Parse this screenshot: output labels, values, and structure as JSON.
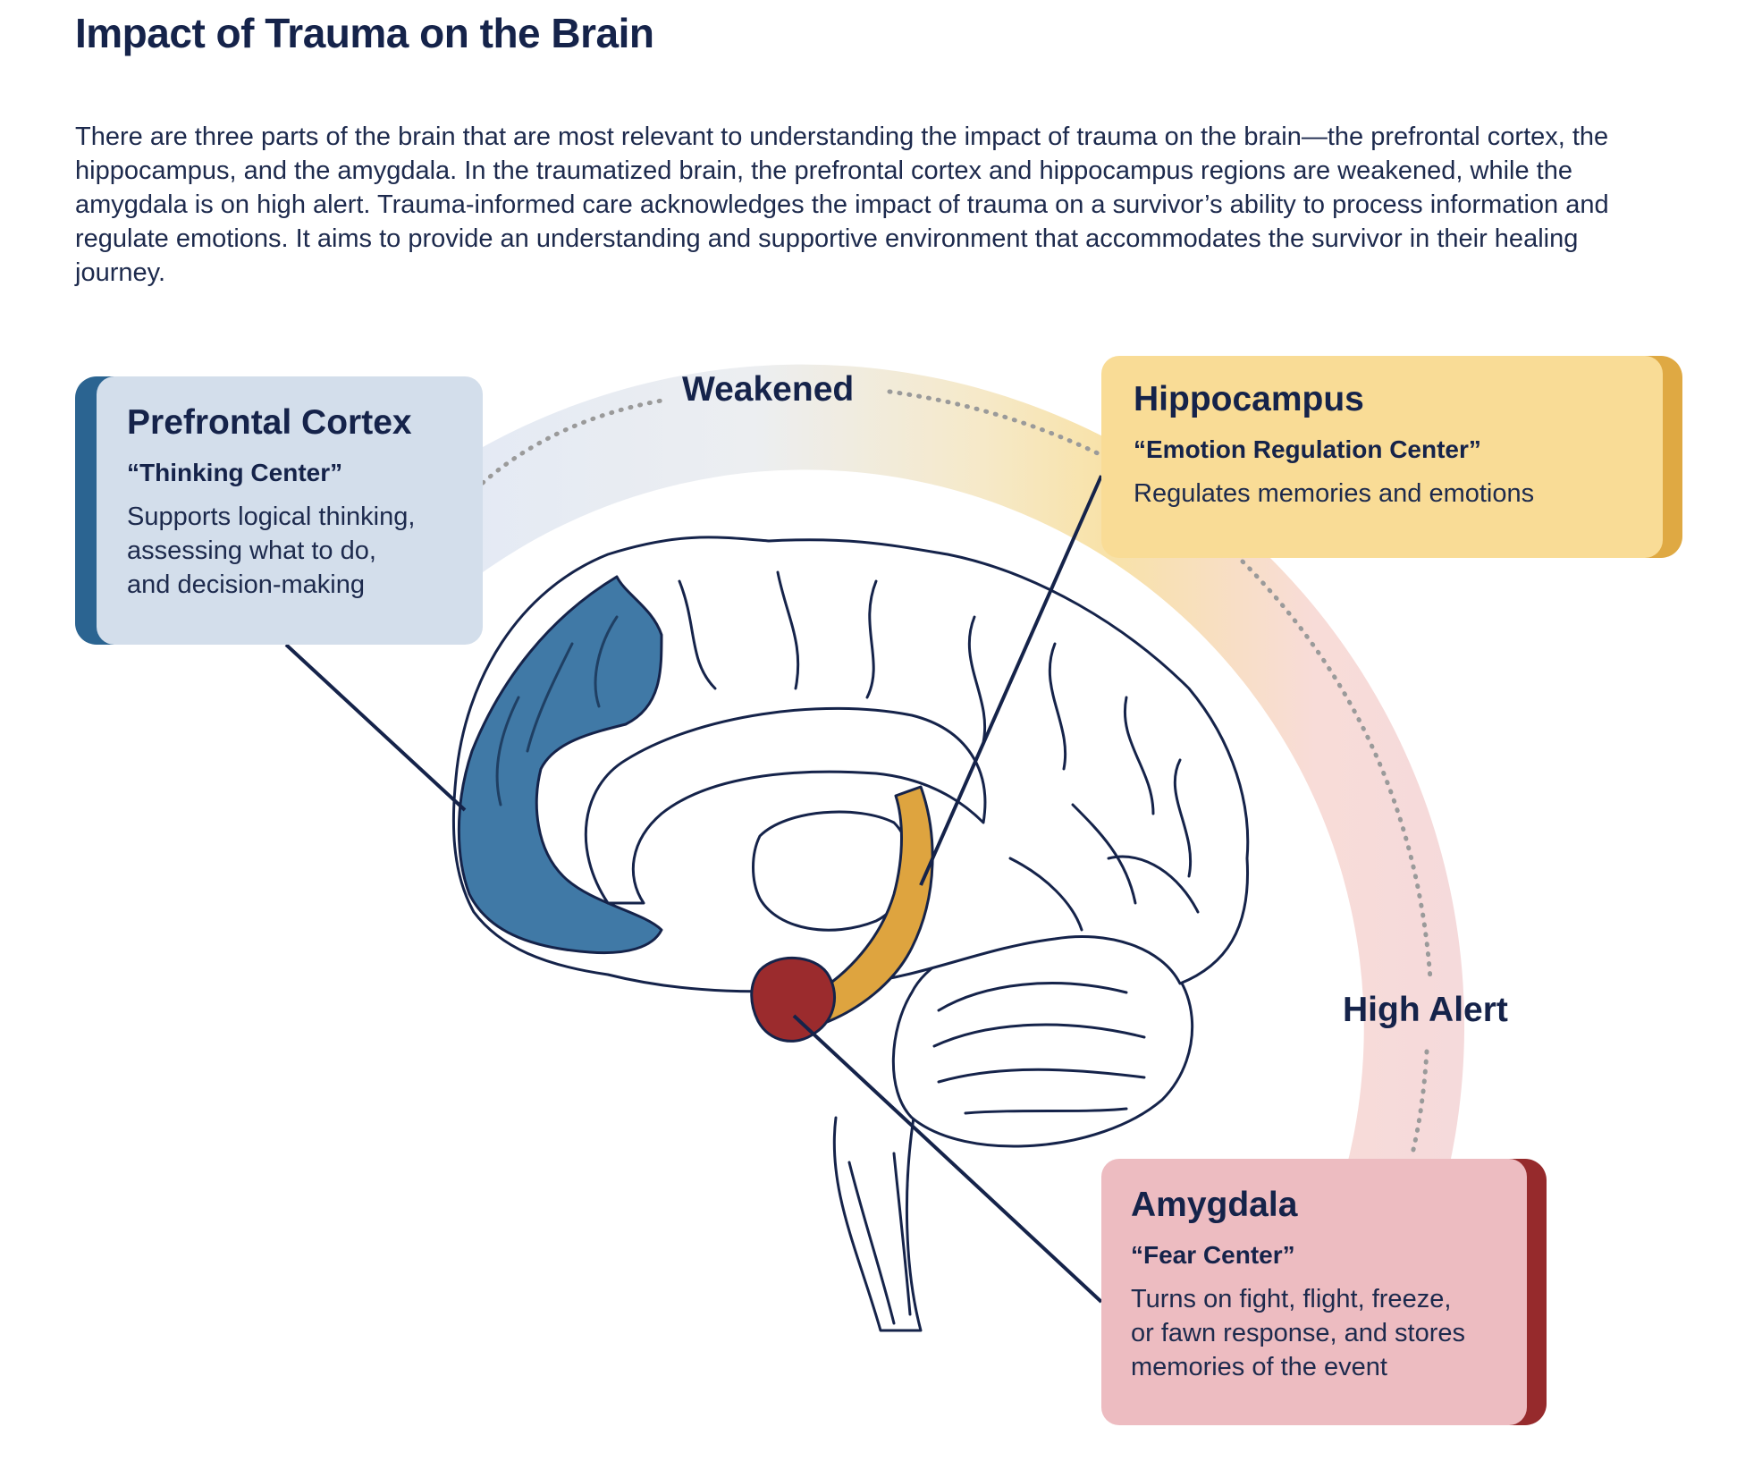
{
  "title": "Impact of Trauma on the Brain",
  "intro": "There are three parts of the brain that are most relevant to understanding the impact of trauma on the brain—the prefrontal cortex, the hippocampus, and the amygdala. In the traumatized brain, the prefrontal cortex and hippocampus regions are weakened, while the amygdala is on high alert. Trauma-informed care acknowledges the impact of trauma on a survivor’s ability to process information and regulate emotions. It aims to provide an understanding and supportive environment that accommodates the survivor in their healing journey.",
  "arcs": {
    "weakened": "Weakened",
    "high_alert": "High Alert"
  },
  "regions": {
    "prefrontal": {
      "name": "Prefrontal Cortex",
      "nickname": "“Thinking Center”",
      "description_lines": [
        "Supports logical thinking,",
        "assessing what to do,",
        "and decision-making"
      ],
      "color": "#4079a6",
      "accent": "#2b6491",
      "card_bg": "#d3deeb"
    },
    "hippocampus": {
      "name": "Hippocampus",
      "nickname": "“Emotion Regulation Center”",
      "description_lines": [
        "Regulates memories and emotions"
      ],
      "color": "#dea43f",
      "accent": "#dfa943",
      "card_bg": "#f9dc96"
    },
    "amygdala": {
      "name": "Amygdala",
      "nickname": "“Fear Center”",
      "description_lines": [
        "Turns on fight, flight, freeze,",
        "or fawn response, and stores",
        "memories of the event"
      ],
      "color": "#9b2b2d",
      "accent": "#962a2c",
      "card_bg": "#edbcc1"
    }
  },
  "line_color": "#15234a"
}
